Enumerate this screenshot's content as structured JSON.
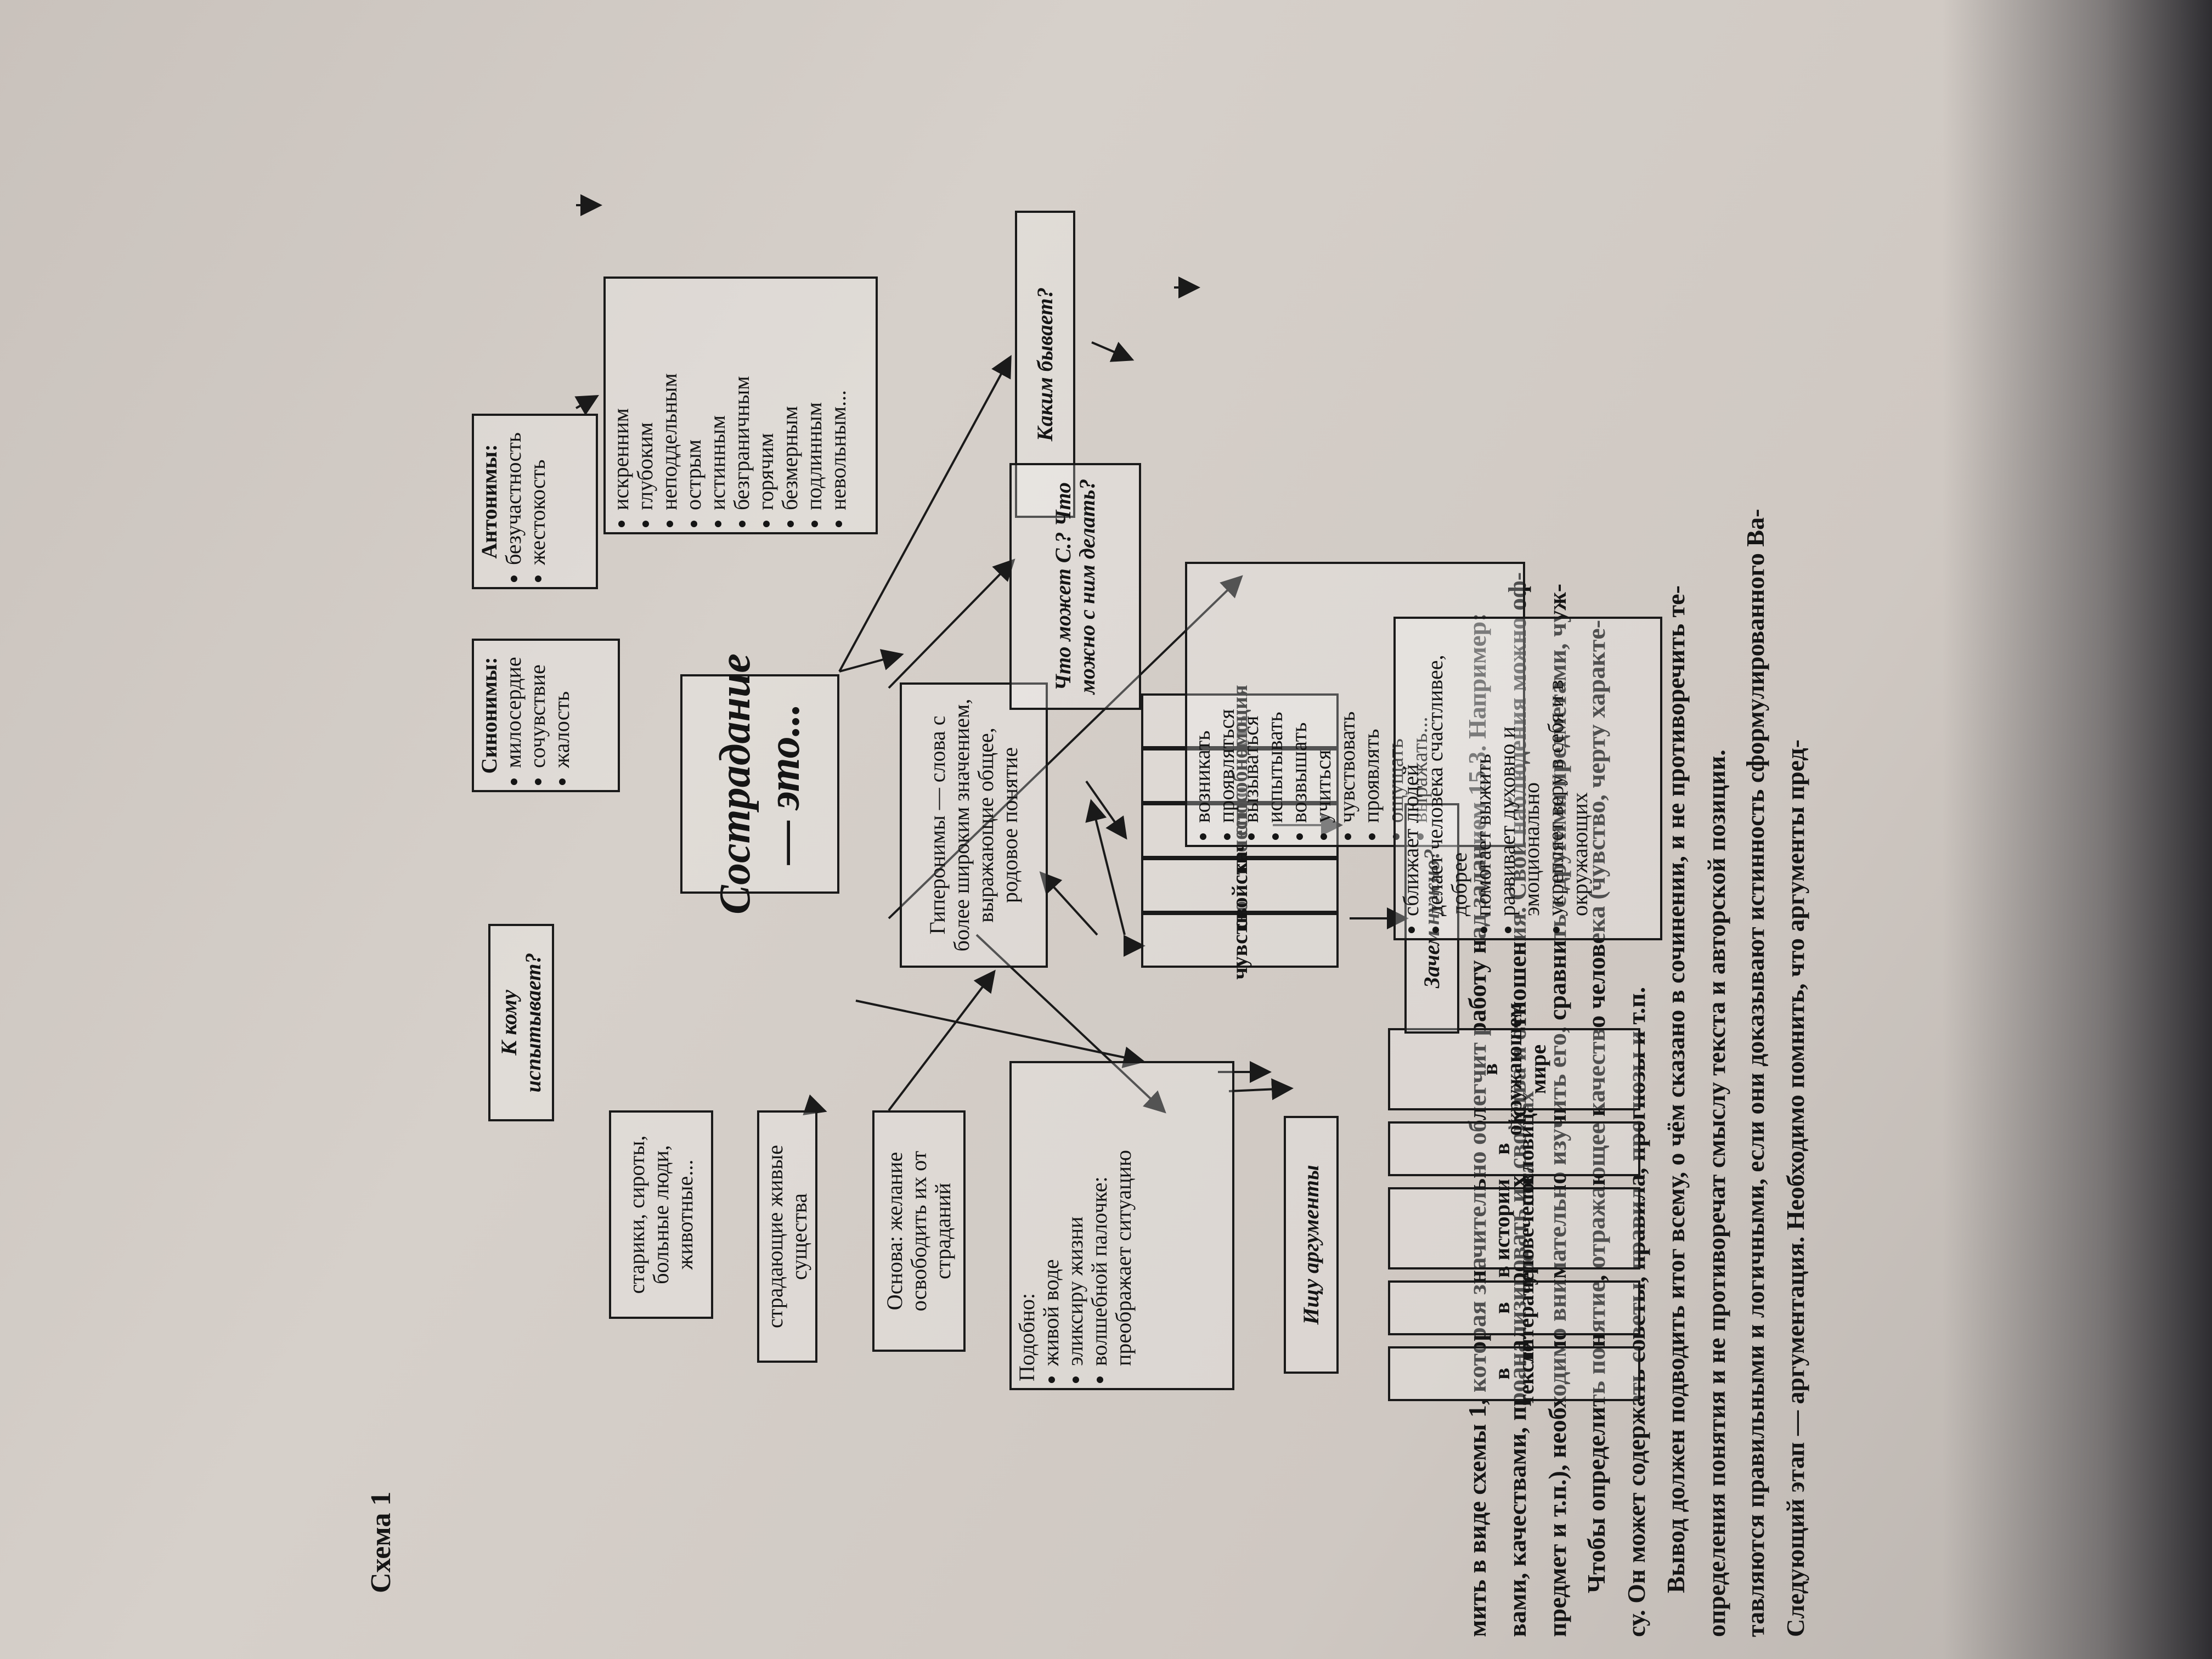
{
  "text_lines": [
    "Следующий этап — аргументация. Необходимо помнить, что аргументы пред-",
    "тавляются правильными и логичными, если они доказывают истинность сформулированного Ва-",
    "определения понятия и не противоречат смыслу текста и авторской позиции.",
    "Вывод должен подводить итог всему, о чём сказано в сочинении, и не противоречить те-",
    "су. Он может содержать советы, правила, прогнозы и т.п.",
    "Чтобы определить понятие, отражающее качество человека (чувство, черту характе-",
    "предмет и т.п.), необходимо внимательно изучить его, сравнить с другими предметами, чуж-",
    "вами, качествами, проанализировать их свойства и отношения. Свои наблюдения можно оф-",
    "мить в виде схемы 1, которая значительно облегчит работу над заданием 15.3. Например:"
  ],
  "caption": "Схема 1",
  "diagram": {
    "center": "Сострадание — это...",
    "to_whom": {
      "question": "К кому испытывает?",
      "answer": "старики, сироты, больные люди, животные...",
      "summary": "страдающие живые существа",
      "basis": "Основа: желание освободить их от страданий"
    },
    "synonyms": {
      "title": "Синонимы:",
      "items": [
        "милосердие",
        "сочувствие",
        "жалость"
      ]
    },
    "antonyms": {
      "title": "Антонимы:",
      "items": [
        "безучастность",
        "жестокость"
      ]
    },
    "kind": {
      "question": "Каким бывает?",
      "items": [
        "искренним",
        "глубоким",
        "неподдельным",
        "острым",
        "истинным",
        "безграничным",
        "горячим",
        "безмерным",
        "подлинным",
        "невольным..."
      ]
    },
    "hyperonyms": {
      "text": "Гиперонимы — слова с более широким значением, выражающие общее, родовое понятие",
      "items": [
        "чувство",
        "свойство",
        "качество",
        "способность",
        "эмоция"
      ]
    },
    "actions": {
      "question": "Что может С.? Что можно с ним делать?",
      "items": [
        "возникать",
        "проявляться",
        "вызываться",
        "испытывать",
        "возвышать",
        "учиться",
        "чувствовать",
        "проявлять",
        "ощущать",
        "выражать..."
      ]
    },
    "likeness": {
      "title": "Подобно:",
      "items": [
        "живой воде",
        "эликсиру жизни",
        "волшебной палочке: преображает ситуацию"
      ]
    },
    "arguments": {
      "question": "Ищу аргументы",
      "sources": [
        "в тексте",
        "в литературе",
        "в истории человечества",
        "в пословицах",
        "в окружающем мире"
      ]
    },
    "why": {
      "question": "Зачем нужно?",
      "items": [
        "сближает людей",
        "делает человека счастливее, добрее",
        "помогает выжить",
        "развивает духовно и эмоционально",
        "укрепляет веру в себя и в окружающих"
      ]
    }
  }
}
